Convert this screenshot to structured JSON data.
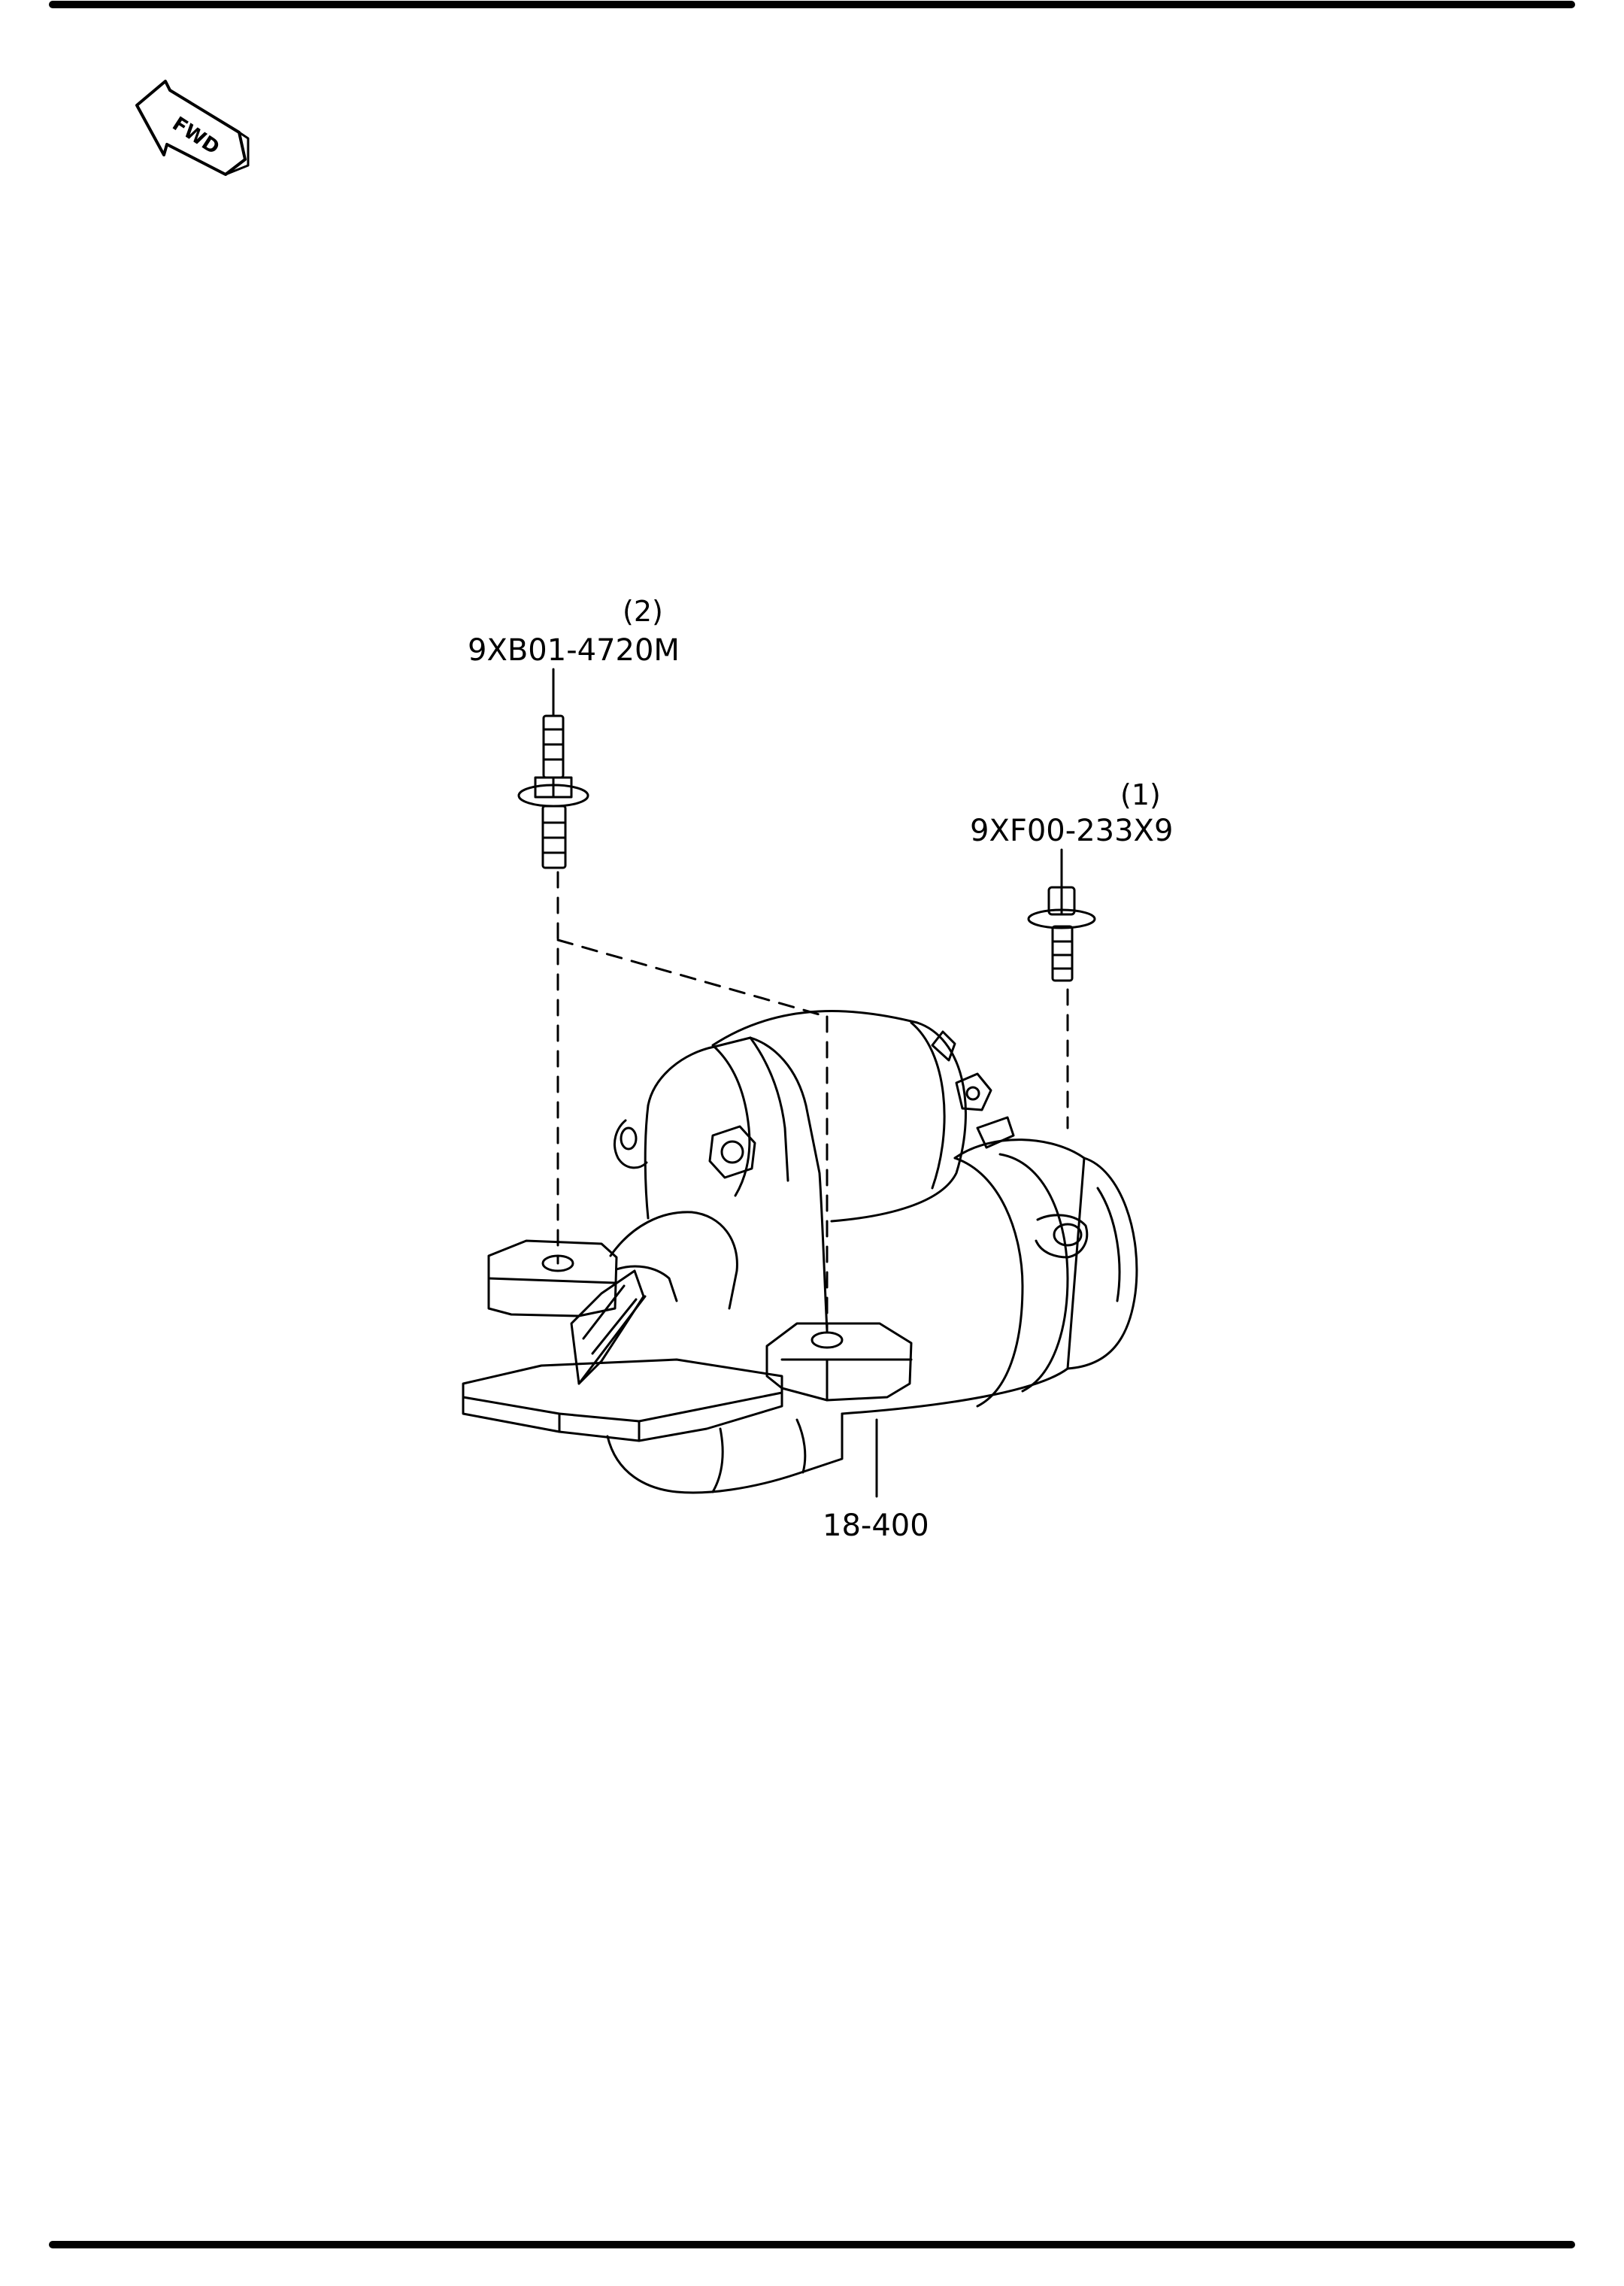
{
  "diagram": {
    "direction_indicator": {
      "text": "FWD",
      "icon": "forward-arrow-icon"
    },
    "parts": [
      {
        "part_number": "9XB01-4720M",
        "quantity_label": "(2)",
        "icon": "stud-bolt-icon"
      },
      {
        "part_number": "9XF00-233X9",
        "quantity_label": "(1)",
        "icon": "flange-bolt-icon"
      },
      {
        "part_number": "18-400",
        "quantity_label": "",
        "icon": "starter-motor-icon"
      }
    ]
  },
  "colors": {
    "line": "#000000",
    "background": "#ffffff"
  }
}
